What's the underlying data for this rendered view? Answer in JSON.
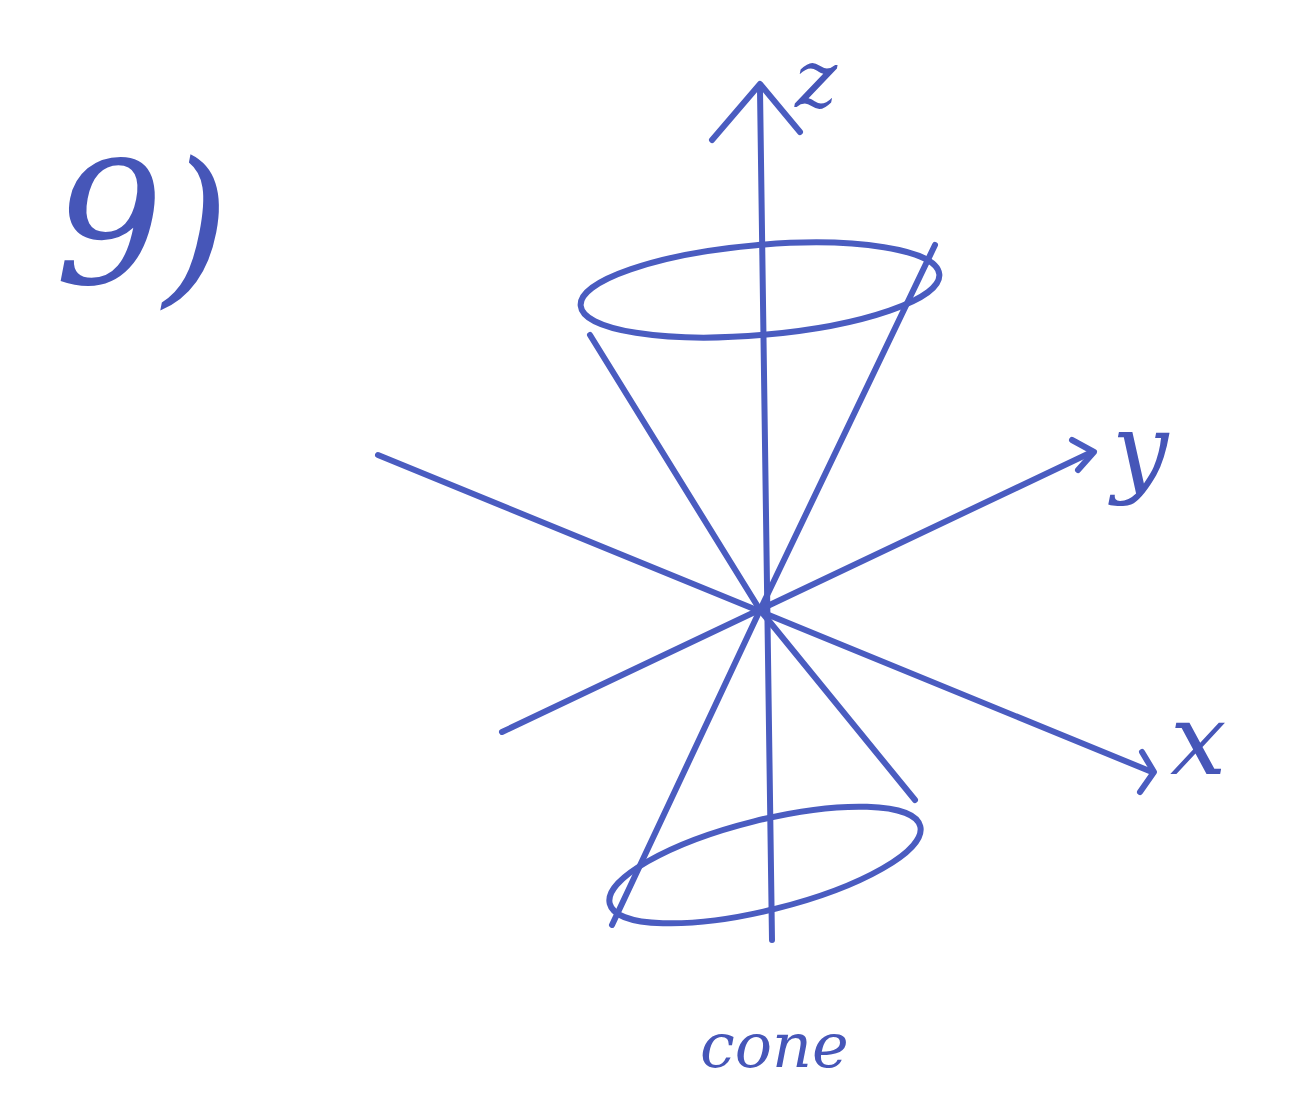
{
  "diagram": {
    "labels": [
      "9)",
      "z",
      "y",
      "x",
      "cone"
    ]
  }
}
